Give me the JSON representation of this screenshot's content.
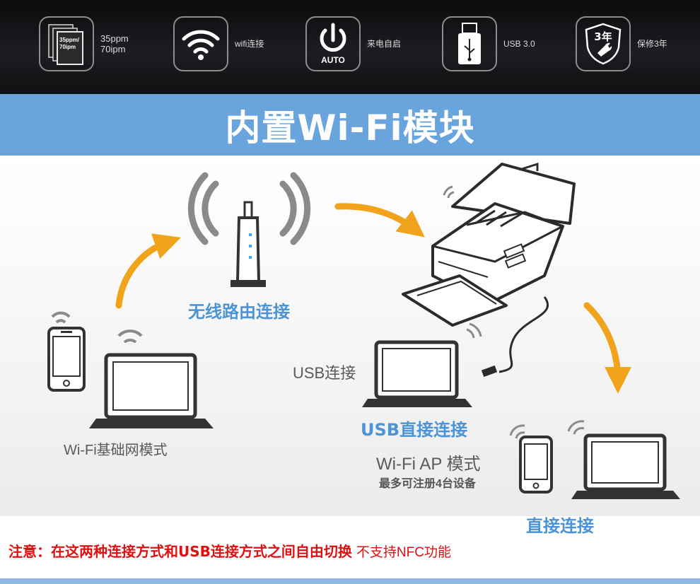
{
  "features": [
    {
      "icon": "document-stack-icon",
      "label_line1": "35ppm",
      "label_line2": "70ipm",
      "icon_text_1": "35ppm/",
      "icon_text_2": "70ipm"
    },
    {
      "icon": "wifi-icon",
      "label": "wifi连接"
    },
    {
      "icon": "power-icon",
      "label": "来电自启",
      "icon_text": "AUTO"
    },
    {
      "icon": "usb-drive-icon",
      "label": "USB 3.0"
    },
    {
      "icon": "warranty-shield-icon",
      "label": "保修3年",
      "icon_text": "3年"
    }
  ],
  "headline": "内置Wi-Fi模块",
  "diagram": {
    "router_label": "无线路由连接",
    "basic_mode_label": "Wi-Fi基础网模式",
    "usb_label": "USB连接",
    "usb_direct_label": "USB直接连接",
    "ap_mode_label": "Wi-Fi AP 模式",
    "ap_mode_sub": "最多可注册4台设备",
    "direct_label": "直接连接"
  },
  "note": {
    "main": "注意：在这两种连接方式和USB连接方式之间自由切换",
    "extra": "不支持NFC功能"
  },
  "colors": {
    "accent_blue": "#69a4dc",
    "label_blue": "#4d94d6",
    "arrow_orange": "#f2a31c",
    "warning_red": "#e01010"
  }
}
